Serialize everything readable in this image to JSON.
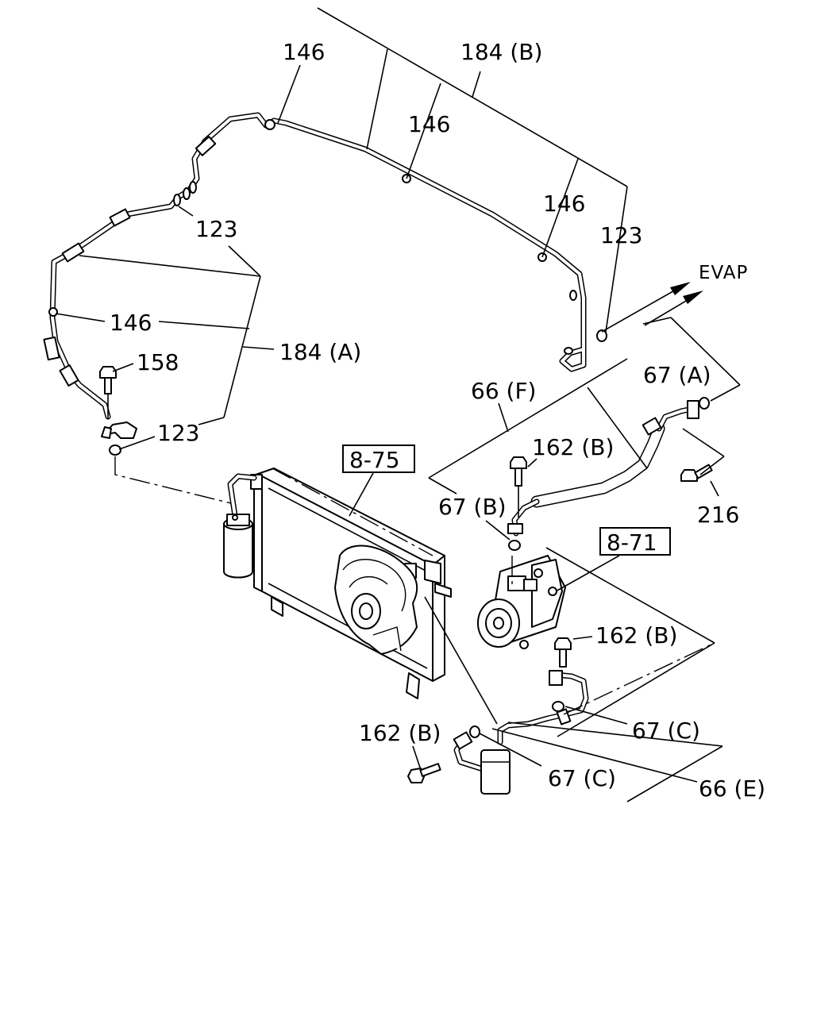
{
  "labels": {
    "l146_top": "146",
    "l184b": "184 (B)",
    "l146_mid": "146",
    "l146_right": "146",
    "l123_right": "123",
    "l123_left": "123",
    "l146_left": "146",
    "l184a": "184 (A)",
    "l158": "158",
    "l123_bottom": "123",
    "evap": "EVAP",
    "l66f": "66 (F)",
    "l67a": "67 (A)",
    "l162b_top": "162 (B)",
    "l216": "216",
    "l67b": "67 (B)",
    "ref875": "8-75",
    "ref871": "8-71",
    "l162b_mid": "162 (B)",
    "l162b_left": "162 (B)",
    "l67c_right": "67 (C)",
    "l67c_bottom": "67 (C)",
    "l66e": "66 (E)"
  }
}
